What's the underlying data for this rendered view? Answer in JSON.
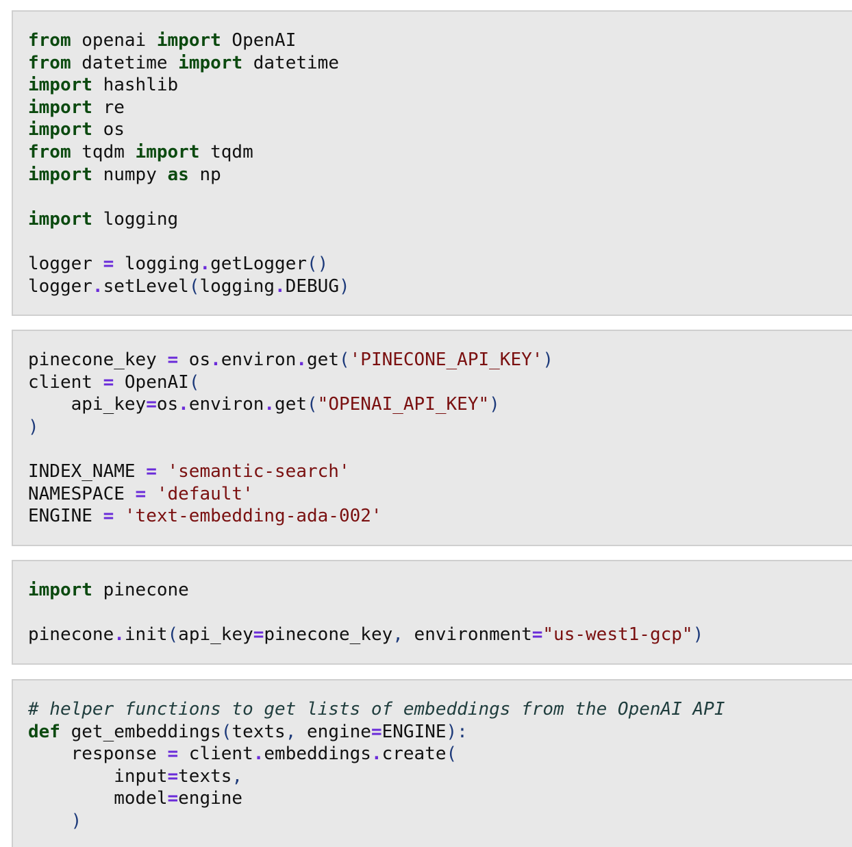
{
  "cells": [
    {
      "lines": [
        [
          {
            "t": "from",
            "c": "kw"
          },
          {
            "t": " openai ",
            "c": "id"
          },
          {
            "t": "import",
            "c": "kw"
          },
          {
            "t": " OpenAI",
            "c": "id"
          }
        ],
        [
          {
            "t": "from",
            "c": "kw"
          },
          {
            "t": " datetime ",
            "c": "id"
          },
          {
            "t": "import",
            "c": "kw"
          },
          {
            "t": " datetime",
            "c": "id"
          }
        ],
        [
          {
            "t": "import",
            "c": "kw"
          },
          {
            "t": " hashlib",
            "c": "id"
          }
        ],
        [
          {
            "t": "import",
            "c": "kw"
          },
          {
            "t": " re",
            "c": "id"
          }
        ],
        [
          {
            "t": "import",
            "c": "kw"
          },
          {
            "t": " os",
            "c": "id"
          }
        ],
        [
          {
            "t": "from",
            "c": "kw"
          },
          {
            "t": " tqdm ",
            "c": "id"
          },
          {
            "t": "import",
            "c": "kw"
          },
          {
            "t": " tqdm",
            "c": "id"
          }
        ],
        [
          {
            "t": "import",
            "c": "kw"
          },
          {
            "t": " numpy ",
            "c": "id"
          },
          {
            "t": "as",
            "c": "kw"
          },
          {
            "t": " np",
            "c": "id"
          }
        ],
        [],
        [
          {
            "t": "import",
            "c": "kw"
          },
          {
            "t": " logging",
            "c": "id"
          }
        ],
        [],
        [
          {
            "t": "logger ",
            "c": "id"
          },
          {
            "t": "=",
            "c": "op"
          },
          {
            "t": " logging",
            "c": "id"
          },
          {
            "t": ".",
            "c": "op"
          },
          {
            "t": "getLogger",
            "c": "id"
          },
          {
            "t": "()",
            "c": "p"
          }
        ],
        [
          {
            "t": "logger",
            "c": "id"
          },
          {
            "t": ".",
            "c": "op"
          },
          {
            "t": "setLevel",
            "c": "id"
          },
          {
            "t": "(",
            "c": "p"
          },
          {
            "t": "logging",
            "c": "id"
          },
          {
            "t": ".",
            "c": "op"
          },
          {
            "t": "DEBUG",
            "c": "id"
          },
          {
            "t": ")",
            "c": "p"
          }
        ]
      ]
    },
    {
      "lines": [
        [
          {
            "t": "pinecone_key ",
            "c": "id"
          },
          {
            "t": "=",
            "c": "op"
          },
          {
            "t": " os",
            "c": "id"
          },
          {
            "t": ".",
            "c": "op"
          },
          {
            "t": "environ",
            "c": "id"
          },
          {
            "t": ".",
            "c": "op"
          },
          {
            "t": "get",
            "c": "id"
          },
          {
            "t": "(",
            "c": "p"
          },
          {
            "t": "'PINECONE_API_KEY'",
            "c": "str"
          },
          {
            "t": ")",
            "c": "p"
          }
        ],
        [
          {
            "t": "client ",
            "c": "id"
          },
          {
            "t": "=",
            "c": "op"
          },
          {
            "t": " OpenAI",
            "c": "id"
          },
          {
            "t": "(",
            "c": "p"
          }
        ],
        [
          {
            "t": "    api_key",
            "c": "id"
          },
          {
            "t": "=",
            "c": "op"
          },
          {
            "t": "os",
            "c": "id"
          },
          {
            "t": ".",
            "c": "op"
          },
          {
            "t": "environ",
            "c": "id"
          },
          {
            "t": ".",
            "c": "op"
          },
          {
            "t": "get",
            "c": "id"
          },
          {
            "t": "(",
            "c": "p"
          },
          {
            "t": "\"OPENAI_API_KEY\"",
            "c": "str"
          },
          {
            "t": ")",
            "c": "p"
          }
        ],
        [
          {
            "t": ")",
            "c": "p"
          }
        ],
        [],
        [
          {
            "t": "INDEX_NAME ",
            "c": "id"
          },
          {
            "t": "=",
            "c": "op"
          },
          {
            "t": " ",
            "c": "id"
          },
          {
            "t": "'semantic-search'",
            "c": "str"
          }
        ],
        [
          {
            "t": "NAMESPACE ",
            "c": "id"
          },
          {
            "t": "=",
            "c": "op"
          },
          {
            "t": " ",
            "c": "id"
          },
          {
            "t": "'default'",
            "c": "str"
          }
        ],
        [
          {
            "t": "ENGINE ",
            "c": "id"
          },
          {
            "t": "=",
            "c": "op"
          },
          {
            "t": " ",
            "c": "id"
          },
          {
            "t": "'text-embedding-ada-002'",
            "c": "str"
          }
        ]
      ]
    },
    {
      "lines": [
        [
          {
            "t": "import",
            "c": "kw"
          },
          {
            "t": " pinecone",
            "c": "id"
          }
        ],
        [],
        [
          {
            "t": "pinecone",
            "c": "id"
          },
          {
            "t": ".",
            "c": "op"
          },
          {
            "t": "init",
            "c": "id"
          },
          {
            "t": "(",
            "c": "p"
          },
          {
            "t": "api_key",
            "c": "id"
          },
          {
            "t": "=",
            "c": "op"
          },
          {
            "t": "pinecone_key",
            "c": "id"
          },
          {
            "t": ",",
            "c": "p"
          },
          {
            "t": " environment",
            "c": "id"
          },
          {
            "t": "=",
            "c": "op"
          },
          {
            "t": "\"us-west1-gcp\"",
            "c": "str"
          },
          {
            "t": ")",
            "c": "p"
          }
        ]
      ]
    },
    {
      "lines": [
        [
          {
            "t": "# helper functions to get lists of embeddings from the OpenAI API",
            "c": "cm"
          }
        ],
        [
          {
            "t": "def",
            "c": "kw"
          },
          {
            "t": " get_embeddings",
            "c": "id"
          },
          {
            "t": "(",
            "c": "p"
          },
          {
            "t": "texts",
            "c": "id"
          },
          {
            "t": ",",
            "c": "p"
          },
          {
            "t": " engine",
            "c": "id"
          },
          {
            "t": "=",
            "c": "op"
          },
          {
            "t": "ENGINE",
            "c": "id"
          },
          {
            "t": "):",
            "c": "p"
          }
        ],
        [
          {
            "t": "    response ",
            "c": "id"
          },
          {
            "t": "=",
            "c": "op"
          },
          {
            "t": " client",
            "c": "id"
          },
          {
            "t": ".",
            "c": "op"
          },
          {
            "t": "embeddings",
            "c": "id"
          },
          {
            "t": ".",
            "c": "op"
          },
          {
            "t": "create",
            "c": "id"
          },
          {
            "t": "(",
            "c": "p"
          }
        ],
        [
          {
            "t": "        input",
            "c": "id"
          },
          {
            "t": "=",
            "c": "op"
          },
          {
            "t": "texts",
            "c": "id"
          },
          {
            "t": ",",
            "c": "p"
          }
        ],
        [
          {
            "t": "        model",
            "c": "id"
          },
          {
            "t": "=",
            "c": "op"
          },
          {
            "t": "engine",
            "c": "id"
          }
        ],
        [
          {
            "t": "    )",
            "c": "p"
          }
        ]
      ]
    }
  ]
}
